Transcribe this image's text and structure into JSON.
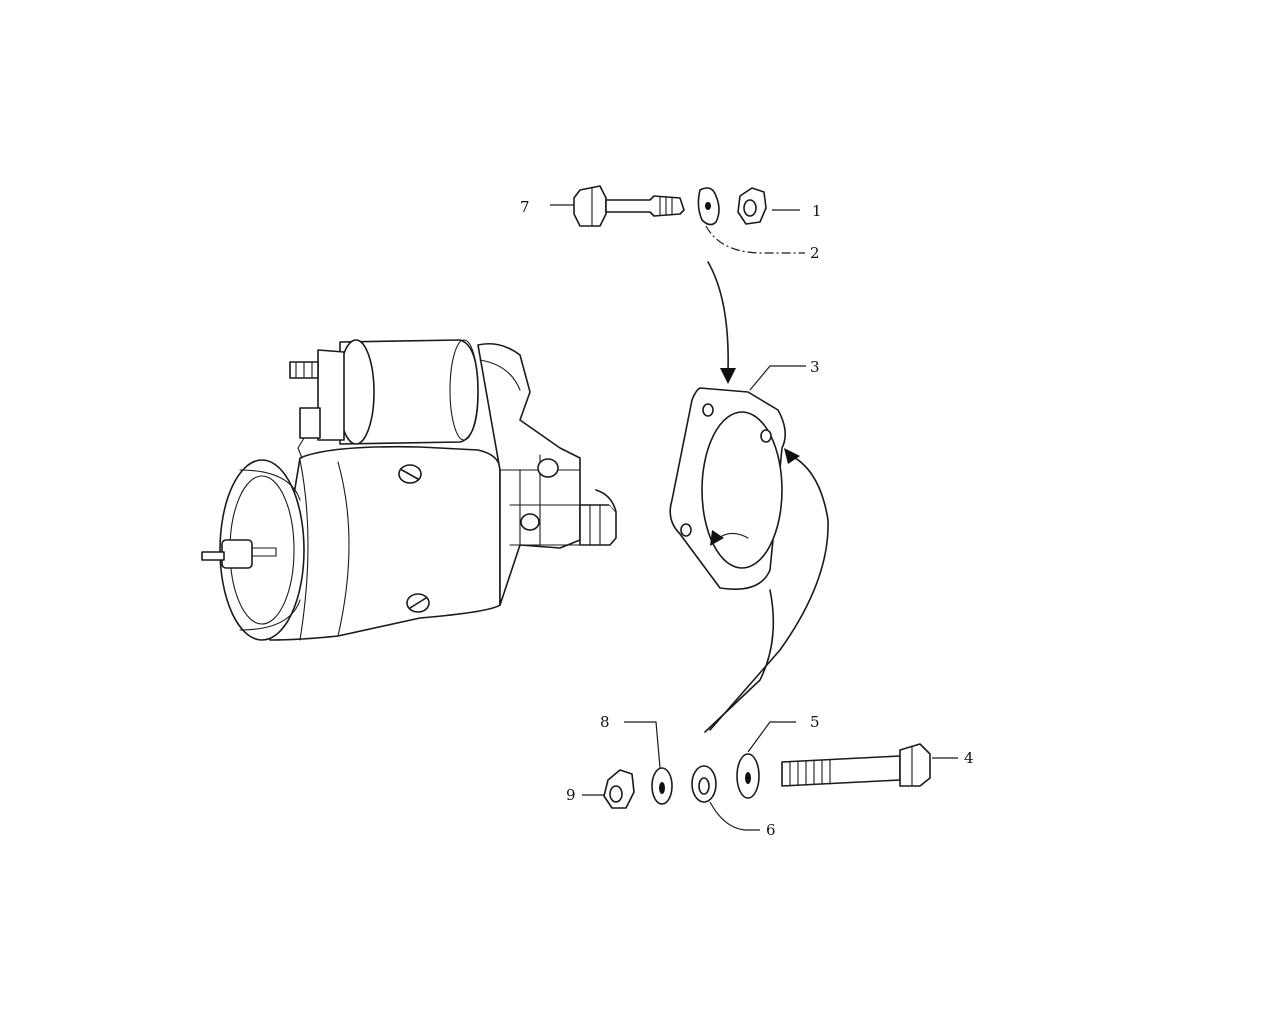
{
  "diagram": {
    "parts": [
      {
        "id": "nut-top",
        "label": "1"
      },
      {
        "id": "lock-washer-top",
        "label": "2"
      },
      {
        "id": "gasket-plate",
        "label": "3"
      },
      {
        "id": "bolt-long",
        "label": "4"
      },
      {
        "id": "washer-flat-5",
        "label": "5"
      },
      {
        "id": "washer-6",
        "label": "6"
      },
      {
        "id": "stud-bolt",
        "label": "7"
      },
      {
        "id": "washer-8",
        "label": "8"
      },
      {
        "id": "nut-bottom",
        "label": "9"
      }
    ]
  }
}
